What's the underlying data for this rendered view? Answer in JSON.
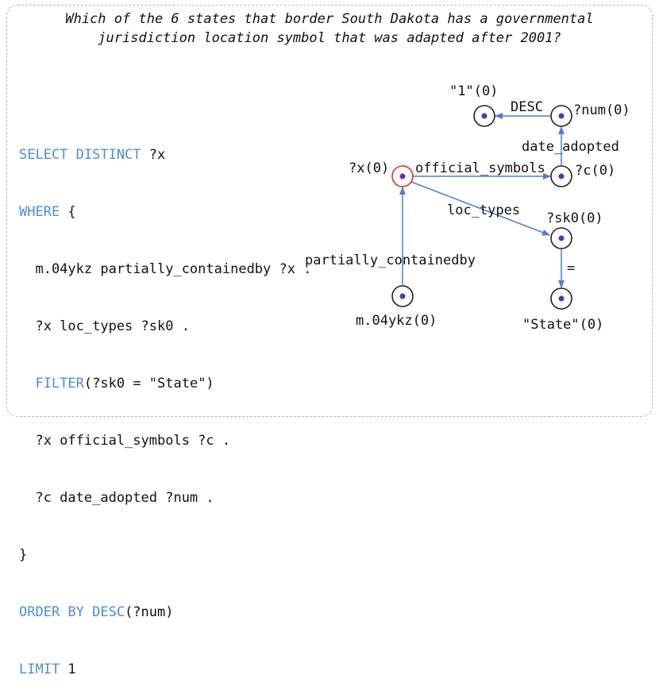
{
  "question": {
    "line1": "Which of the 6 states that border South Dakota has a governmental",
    "line2": "jurisdiction location symbol that was adapted after 2001?"
  },
  "query": {
    "select_kw": "SELECT DISTINCT",
    "select_var": " ?x",
    "where_kw": "WHERE",
    "where_brace": " {",
    "triple1": "  m.04ykz partially_containedby ?x .",
    "triple2": "  ?x loc_types ?sk0 .",
    "filter_indent": "  ",
    "filter_kw": "FILTER",
    "filter_expr": "(?sk0 = \"State\")",
    "triple3": "  ?x official_symbols ?c .",
    "triple4": "  ?c date_adopted ?num .",
    "close_brace": "}",
    "order_kw": "ORDER BY DESC",
    "order_arg": "(?num)",
    "limit_kw": "LIMIT",
    "limit_val": " 1"
  },
  "graph": {
    "nodes": {
      "x": "?x(0)",
      "c": "?c(0)",
      "num": "?num(0)",
      "one": "\"1\"(0)",
      "sk0": "?sk0(0)",
      "state": "\"State\"(0)",
      "m": "m.04ykz(0)"
    },
    "edges": {
      "official_symbols": "official_symbols",
      "date_adopted": "date_adopted",
      "desc": "DESC",
      "loc_types": "loc_types",
      "eq": "=",
      "partially_containedby": "partially_containedby"
    },
    "colors": {
      "edge": "#4a7fd0",
      "node_dot": "#6a2fa0",
      "focus_ring": "#e03030",
      "node_ring": "#222222",
      "keyword": "#4a8fd4"
    }
  }
}
